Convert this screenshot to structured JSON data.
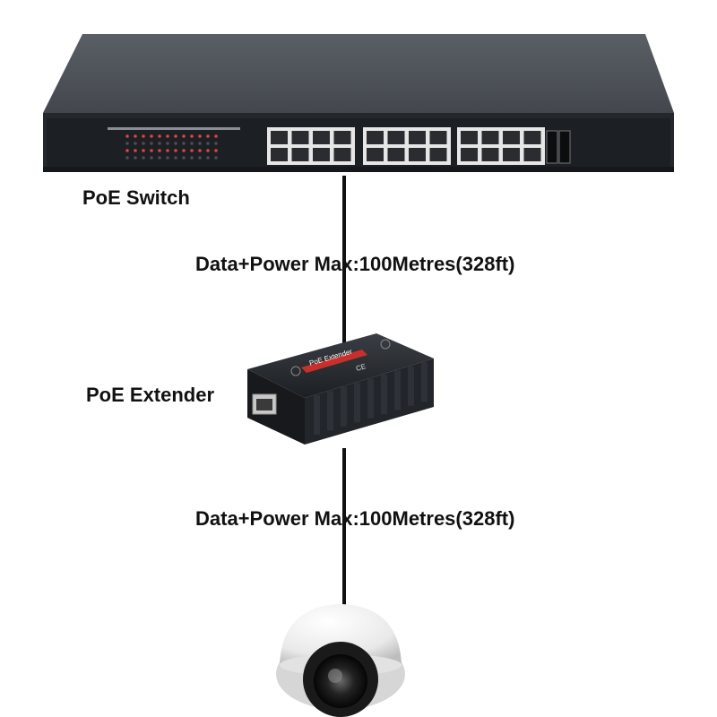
{
  "devices": {
    "switch": {
      "label": "PoE Switch",
      "port_count": 24,
      "sfp_count": 2
    },
    "extender": {
      "label": "PoE Extender",
      "brand_text": "PoE Extender",
      "ce_mark": "CE"
    },
    "camera": {
      "type": "dome camera"
    }
  },
  "links": [
    {
      "label": "Data+Power Max:100Metres(328ft)"
    },
    {
      "label": "Data+Power Max:100Metres(328ft)"
    }
  ],
  "colors": {
    "switch_body": "#3c4046",
    "switch_top": "#4d5258",
    "switch_front": "#202428",
    "port_frame": "#e6e6e6",
    "extender_body": "#1e2125",
    "cable": "#111111",
    "camera_shell": "#f1f1f1"
  }
}
